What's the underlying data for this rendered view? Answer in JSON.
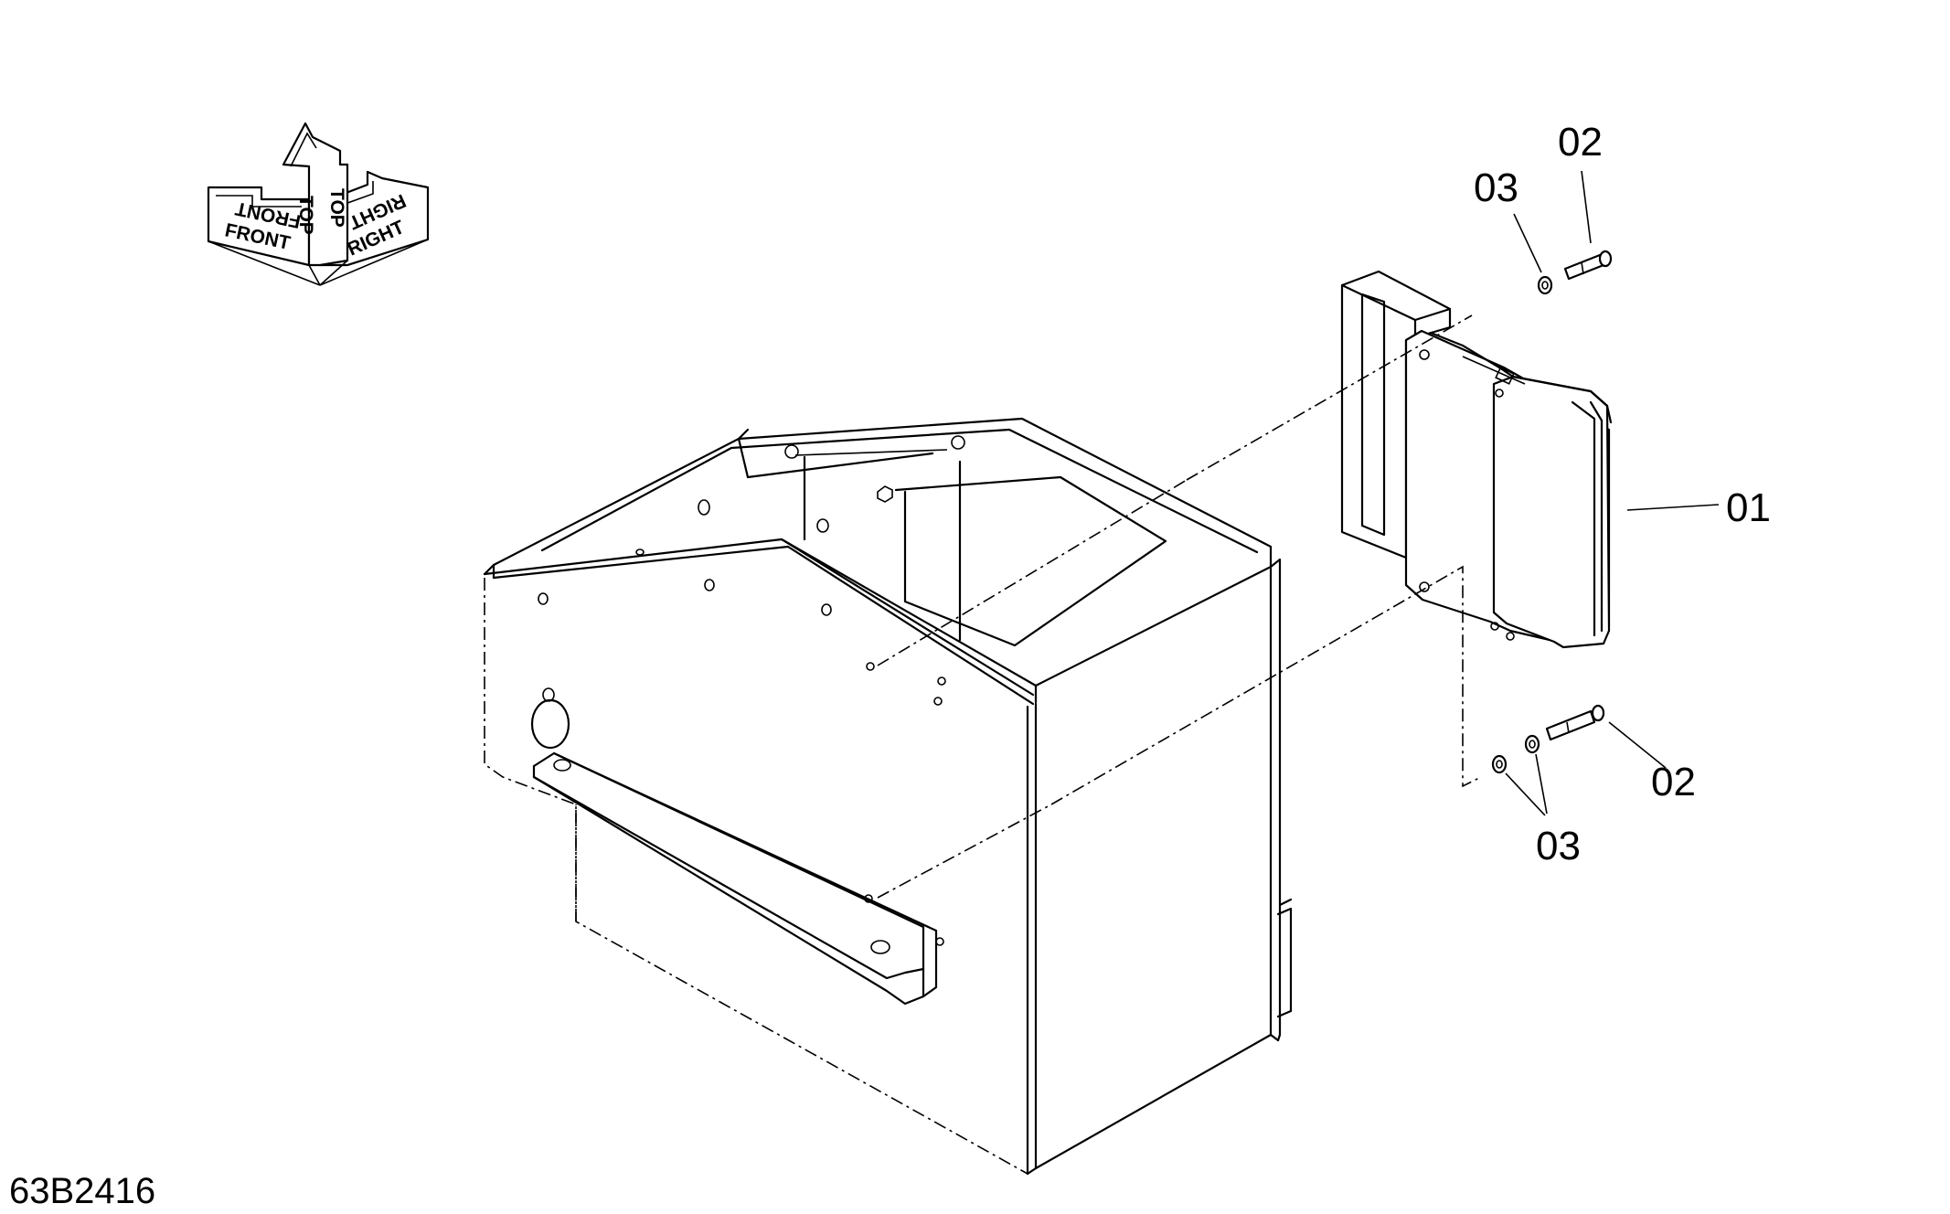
{
  "diagram": {
    "drawing_number": "63B2416",
    "orientation_labels": {
      "front": "FRONT",
      "top": "TOP",
      "right": "RIGHT"
    },
    "callouts": [
      {
        "id": "c01",
        "label": "01"
      },
      {
        "id": "c02a",
        "label": "02"
      },
      {
        "id": "c02b",
        "label": "02"
      },
      {
        "id": "c03a",
        "label": "03"
      },
      {
        "id": "c03b",
        "label": "03"
      }
    ]
  }
}
